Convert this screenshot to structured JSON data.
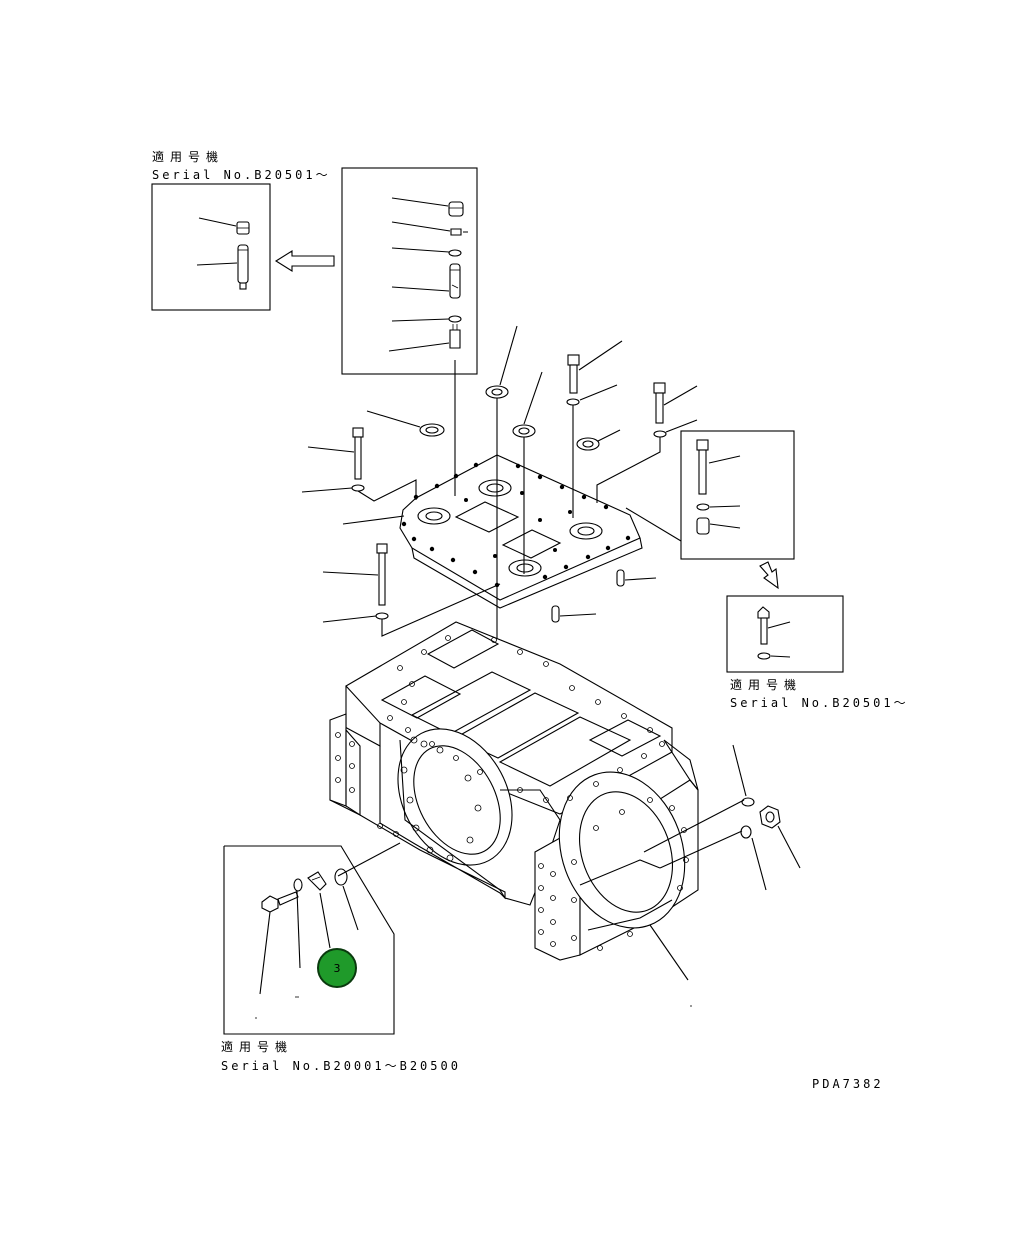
{
  "inset_top_left": {
    "title": "適用号機",
    "serial": "Serial No.B20501～"
  },
  "inset_right": {
    "title": "適用号機",
    "serial": "Serial No.B20501～"
  },
  "inset_bottom_left": {
    "title": "適用号機",
    "serial": "Serial No.B20001～B20500"
  },
  "drawing_code": "PDA7382",
  "badge": {
    "number": "3",
    "color": "#1f9a2a"
  }
}
